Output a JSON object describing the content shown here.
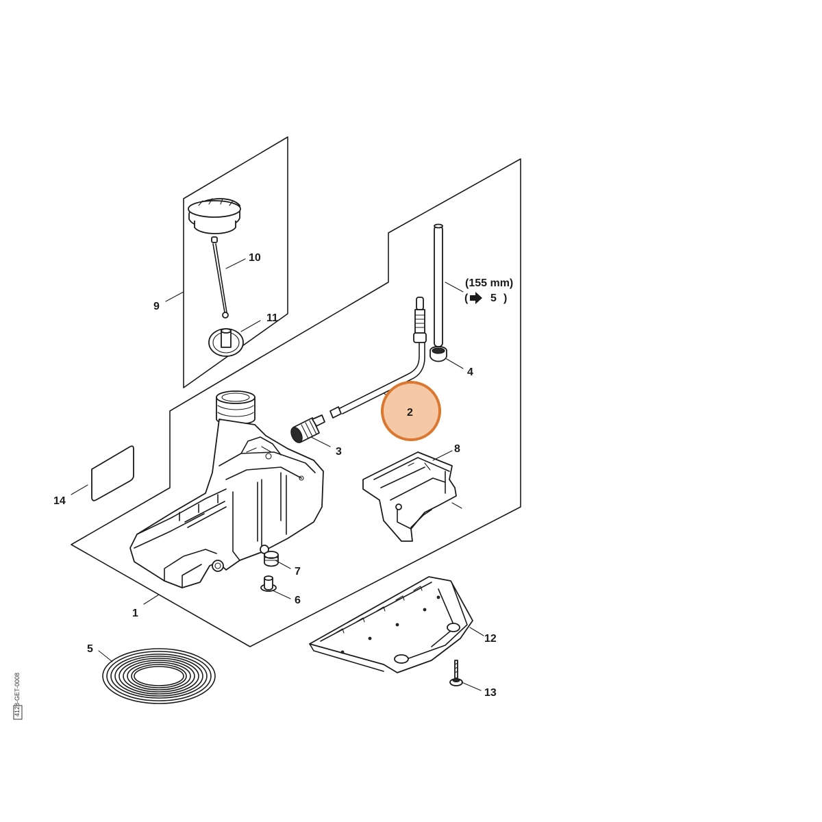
{
  "callouts": {
    "c1": "1",
    "c2": "2",
    "c3": "3",
    "c4": "4",
    "c5": "5",
    "c6": "6",
    "c7": "7",
    "c8": "8",
    "c9": "9",
    "c10": "10",
    "c11": "11",
    "c12": "12",
    "c13": "13",
    "c14": "14"
  },
  "note": {
    "length": "(155 mm)",
    "ref_number": "5"
  },
  "drawing_code": "4128-GET-0008",
  "highlight": {
    "callout": "2",
    "color": "#f5c9a6",
    "border_color": "#d9782e"
  }
}
